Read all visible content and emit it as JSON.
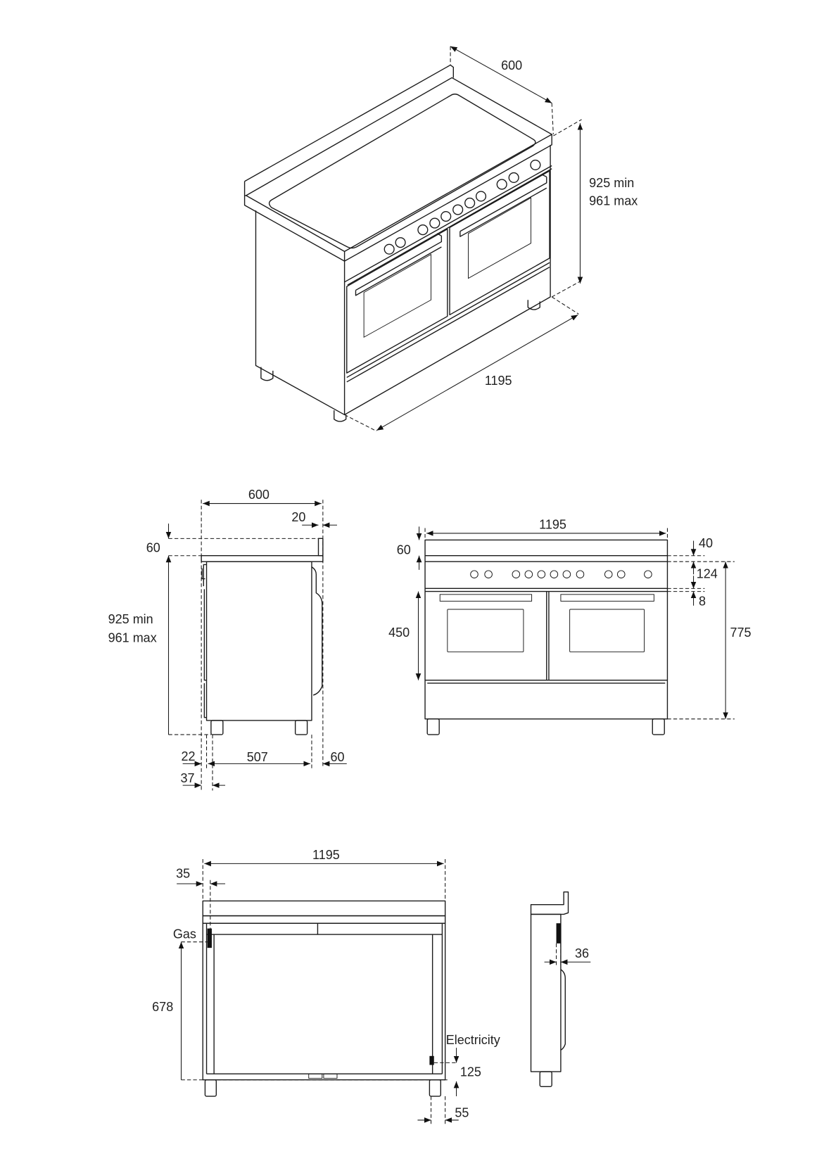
{
  "isometric_view": {
    "depth": "600",
    "height_min": "925 min",
    "height_max": "961 max",
    "width": "1195"
  },
  "side_view": {
    "depth": "600",
    "backguard_offset": "20",
    "backguard_height": "60",
    "height_min": "925 min",
    "height_max": "961 max",
    "front_offset": "22",
    "feet_spacing": "507",
    "rear_offset": "60",
    "front_foot_offset": "37"
  },
  "front_view": {
    "width": "1195",
    "backguard_height": "60",
    "top_gap": "40",
    "control_panel_height": "124",
    "panel_gap": "8",
    "oven_height": "450",
    "hob_height": "775"
  },
  "rear_view": {
    "width": "1195",
    "gas_offset": "35",
    "gas_label": "Gas",
    "gas_height": "678",
    "electricity_label": "Electricity",
    "electricity_height": "125",
    "electricity_offset": "55"
  },
  "rear_side_view": {
    "connection_depth": "36"
  }
}
